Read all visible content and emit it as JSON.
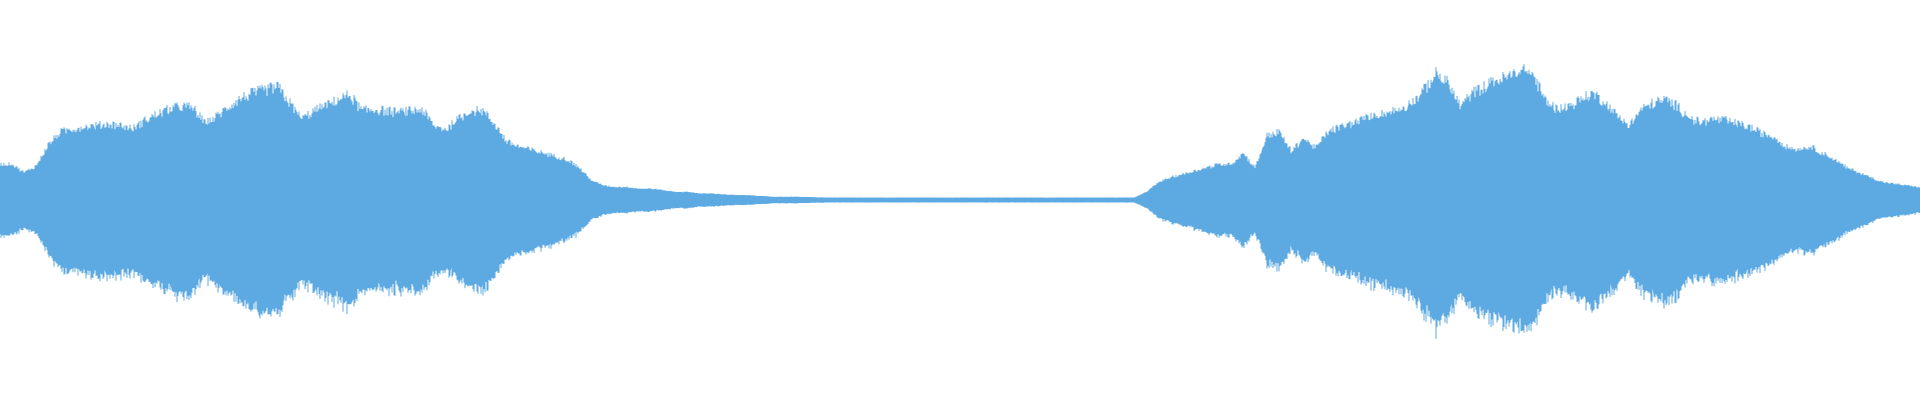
{
  "waveform": {
    "color": "#5DA9E1",
    "background": "#FFFFFF",
    "envelope": [
      0.22,
      0.22,
      0.17,
      0.21,
      0.34,
      0.42,
      0.44,
      0.45,
      0.46,
      0.47,
      0.46,
      0.44,
      0.49,
      0.53,
      0.56,
      0.58,
      0.57,
      0.47,
      0.52,
      0.58,
      0.63,
      0.66,
      0.68,
      0.7,
      0.6,
      0.5,
      0.55,
      0.58,
      0.62,
      0.65,
      0.55,
      0.56,
      0.55,
      0.54,
      0.55,
      0.56,
      0.45,
      0.44,
      0.5,
      0.55,
      0.55,
      0.47,
      0.36,
      0.33,
      0.31,
      0.29,
      0.27,
      0.25,
      0.2,
      0.12,
      0.09,
      0.08,
      0.08,
      0.07,
      0.07,
      0.06,
      0.05,
      0.05,
      0.04,
      0.04,
      0.035,
      0.03,
      0.03,
      0.025,
      0.02,
      0.02,
      0.02,
      0.018,
      0.016,
      0.015,
      0.015,
      0.015,
      0.015,
      0.015,
      0.015,
      0.015,
      0.015,
      0.015,
      0.015,
      0.015,
      0.015,
      0.015,
      0.015,
      0.015,
      0.015,
      0.015,
      0.015,
      0.015,
      0.015,
      0.015,
      0.015,
      0.015,
      0.015,
      0.015,
      0.015,
      0.05,
      0.11,
      0.14,
      0.16,
      0.18,
      0.2,
      0.22,
      0.22,
      0.29,
      0.2,
      0.4,
      0.42,
      0.3,
      0.38,
      0.32,
      0.42,
      0.45,
      0.47,
      0.5,
      0.52,
      0.54,
      0.56,
      0.6,
      0.68,
      0.78,
      0.72,
      0.58,
      0.66,
      0.7,
      0.74,
      0.76,
      0.8,
      0.78,
      0.62,
      0.56,
      0.58,
      0.62,
      0.66,
      0.6,
      0.52,
      0.46,
      0.56,
      0.6,
      0.62,
      0.58,
      0.5,
      0.48,
      0.5,
      0.49,
      0.47,
      0.45,
      0.41,
      0.39,
      0.33,
      0.31,
      0.33,
      0.29,
      0.25,
      0.2,
      0.17,
      0.14,
      0.11,
      0.1,
      0.09,
      0.08
    ]
  }
}
